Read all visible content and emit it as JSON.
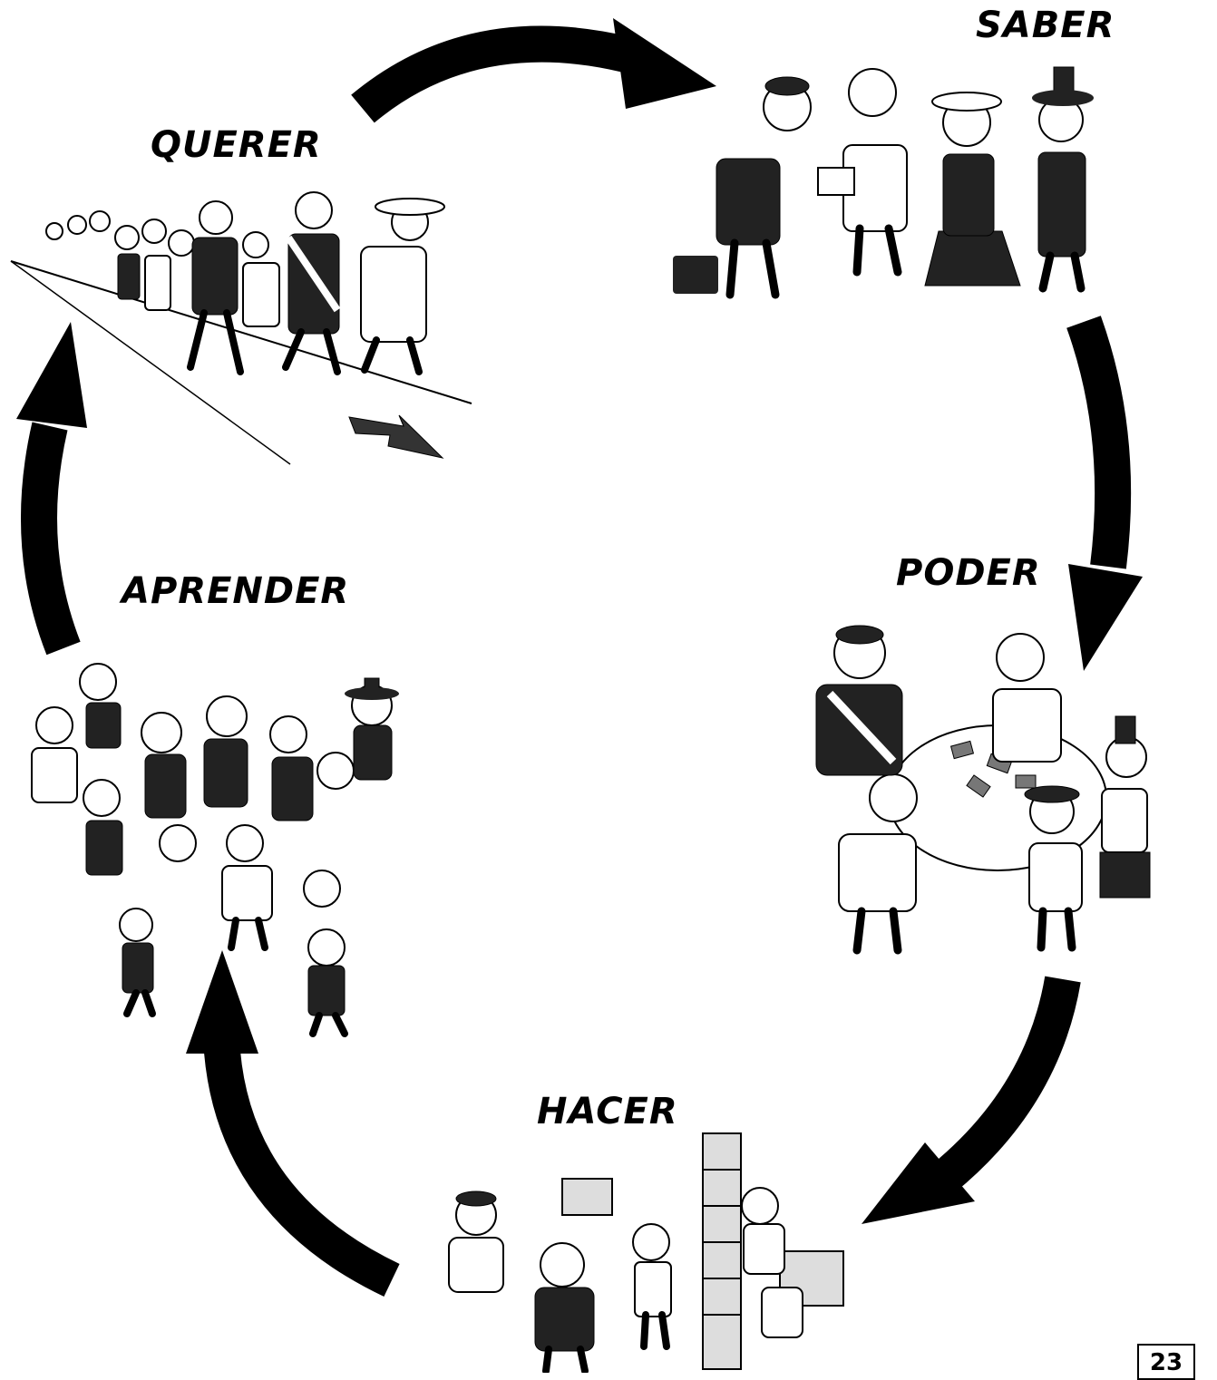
{
  "diagram": {
    "type": "cycle",
    "stages": [
      {
        "id": "querer",
        "label": "QUERER",
        "illustration": "crowd-marching-cartoon"
      },
      {
        "id": "saber",
        "label": "SABER",
        "illustration": "interview-villagers-cartoon"
      },
      {
        "id": "poder",
        "label": "PODER",
        "illustration": "sharing-money-cartoon"
      },
      {
        "id": "hacer",
        "label": "HACER",
        "illustration": "construction-work-cartoon"
      },
      {
        "id": "aprender",
        "label": "APRENDER",
        "illustration": "celebrating-crowd-cartoon"
      }
    ],
    "flow": [
      "querer",
      "saber",
      "poder",
      "hacer",
      "aprender",
      "querer"
    ],
    "arrow_color": "#000000",
    "label_color": "#000000"
  },
  "page": {
    "number": "23"
  }
}
